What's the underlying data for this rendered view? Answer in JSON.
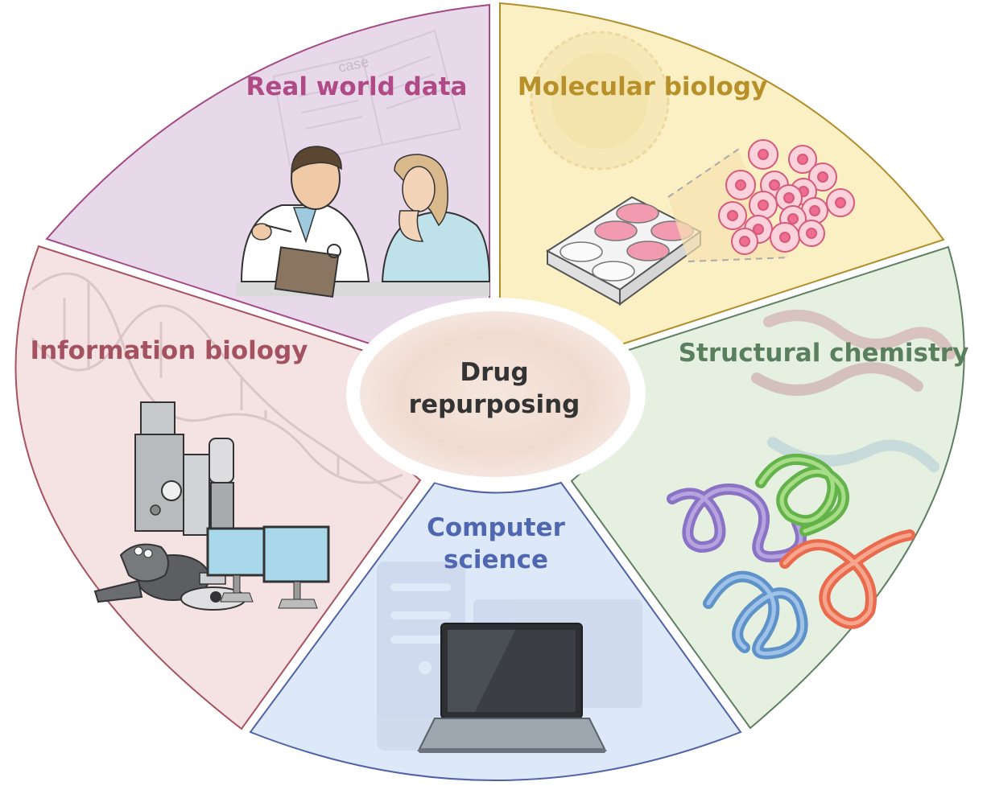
{
  "center": {
    "line1": "Drug",
    "line2": "repurposing"
  },
  "segments": {
    "real_world_data": {
      "label": "Real world data",
      "color": "#b04a86",
      "fill": "#e8d9ea",
      "stroke": "#a44a86"
    },
    "molecular_biology": {
      "label": "Molecular biology",
      "color": "#b8902a",
      "fill": "#fbefc4",
      "stroke": "#b08f2c"
    },
    "structural_chemistry": {
      "label": "Structural chemistry",
      "color": "#5a7f5f",
      "fill": "#e6f0e1",
      "stroke": "#5f7f62"
    },
    "computer_science": {
      "label_line1": "Computer",
      "label_line2": "science",
      "color": "#4f67b0",
      "fill": "#dde8f8",
      "stroke": "#4f62a6"
    },
    "information_biology": {
      "label": "Information biology",
      "color": "#a4525f",
      "fill": "#f5e3e4",
      "stroke": "#a75460"
    }
  },
  "decorations": {
    "case_book_text": "case"
  }
}
